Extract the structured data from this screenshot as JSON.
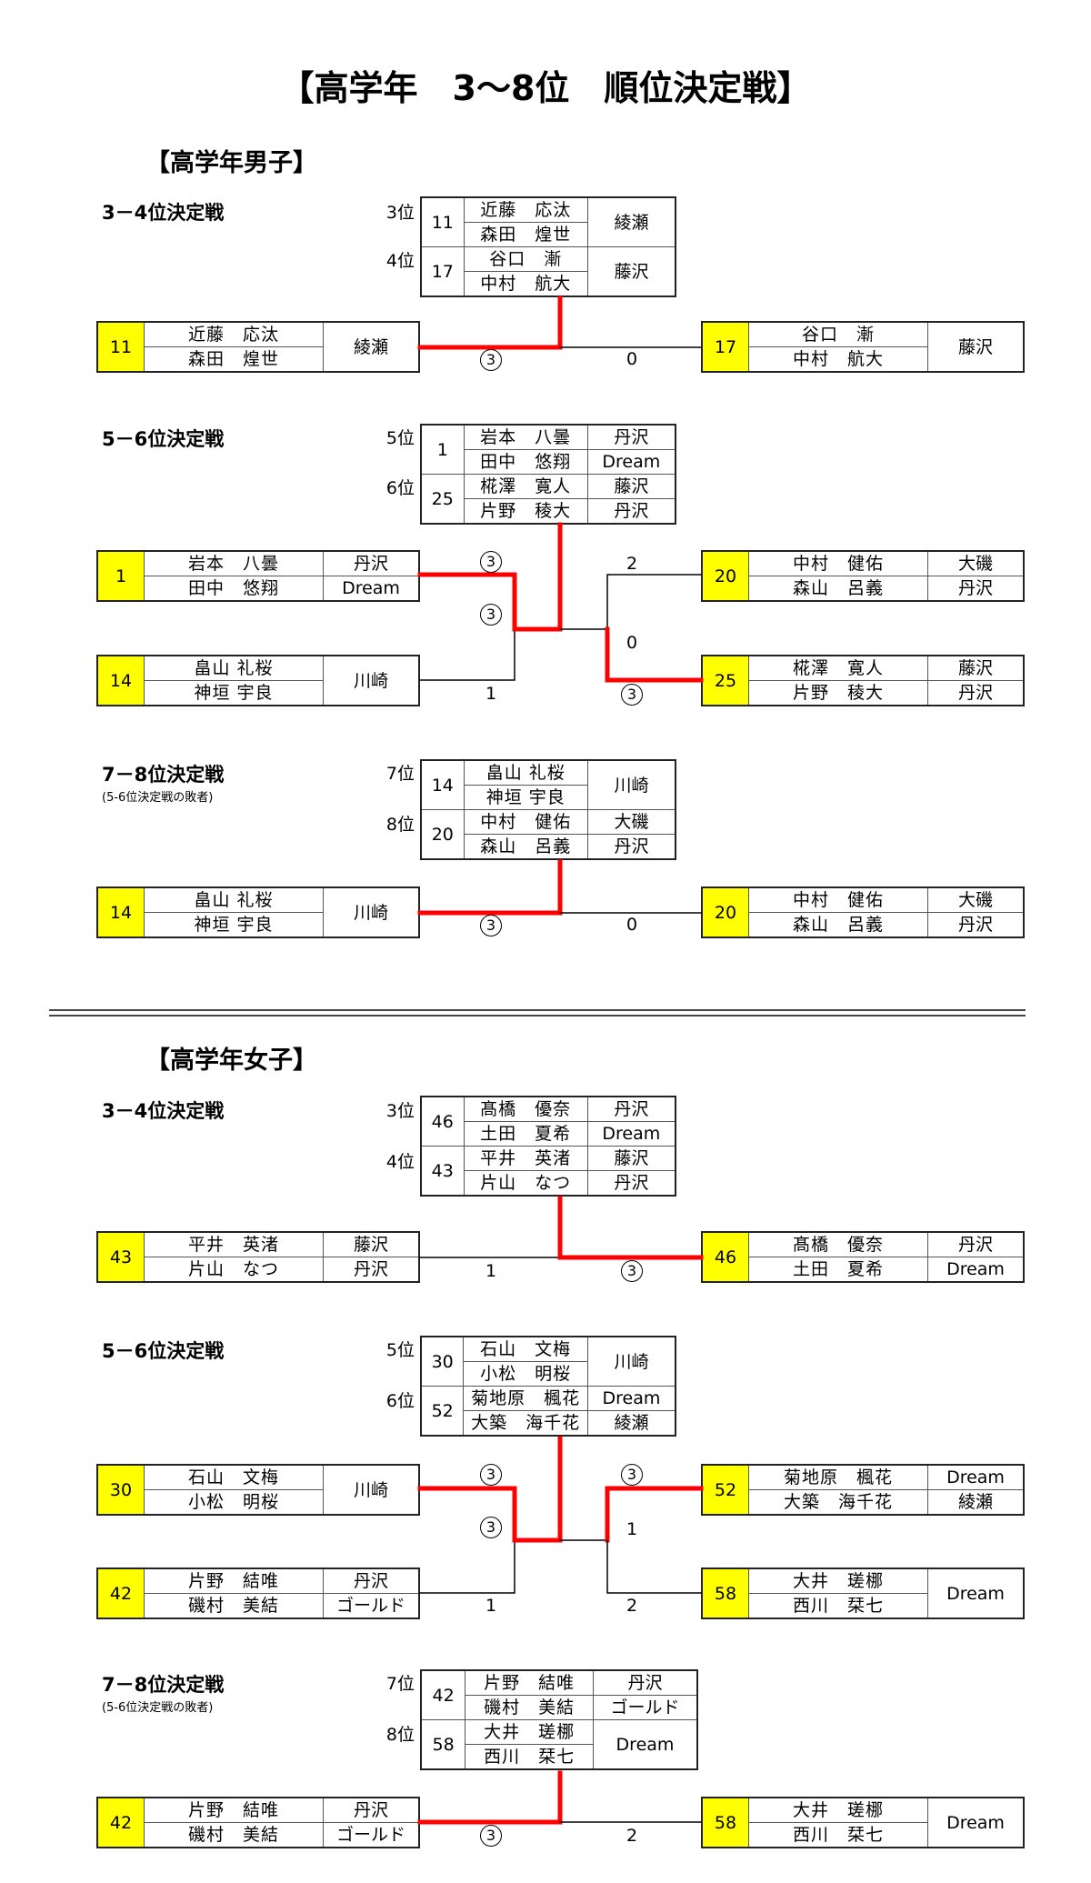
{
  "title": "【高学年　3～8位　順位決定戦】",
  "boys": {
    "section_title": "【高学年男子】",
    "m34": {
      "heading": "3－4位決定戦",
      "r1": "3位",
      "r2": "4位",
      "top_a": {
        "seed": "11",
        "p1": "近藤　応汰",
        "p2": "森田　煌世",
        "club": "綾瀬"
      },
      "top_b": {
        "seed": "17",
        "p1": "谷口　漸",
        "p2": "中村　航大",
        "club": "藤沢"
      },
      "left": {
        "seed": "11",
        "p1": "近藤　応汰",
        "p2": "森田　煌世",
        "club": "綾瀬"
      },
      "right": {
        "seed": "17",
        "p1": "谷口　漸",
        "p2": "中村　航大",
        "club": "藤沢"
      },
      "score_l": "3",
      "score_r": "0"
    },
    "m56": {
      "heading": "5－6位決定戦",
      "r1": "5位",
      "r2": "6位",
      "top_a": {
        "seed": "1",
        "p1": "岩本　八曇",
        "c1": "丹沢",
        "p2": "田中　悠翔",
        "c2": "Dream"
      },
      "top_b": {
        "seed": "25",
        "p1": "椛澤　寛人",
        "c1": "藤沢",
        "p2": "片野　稜大",
        "c2": "丹沢"
      },
      "lt": {
        "seed": "1",
        "p1": "岩本　八曇",
        "c1": "丹沢",
        "p2": "田中　悠翔",
        "c2": "Dream"
      },
      "lb": {
        "seed": "14",
        "p1": "畠山 礼桜",
        "p2": "神垣 宇良",
        "club": "川崎"
      },
      "rt": {
        "seed": "20",
        "p1": "中村　健佑",
        "c1": "大磯",
        "p2": "森山　呂義",
        "c2": "丹沢"
      },
      "rb": {
        "seed": "25",
        "p1": "椛澤　寛人",
        "c1": "藤沢",
        "p2": "片野　稜大",
        "c2": "丹沢"
      },
      "s_lt": "3",
      "s_lb": "1",
      "s_lf": "3",
      "s_rt": "2",
      "s_rb": "3",
      "s_rf": "0"
    },
    "m78": {
      "heading": "7－8位決定戦",
      "note": "(5-6位決定戦の敗者)",
      "r1": "7位",
      "r2": "8位",
      "top_a": {
        "seed": "14",
        "p1": "畠山 礼桜",
        "p2": "神垣 宇良",
        "club": "川崎"
      },
      "top_b": {
        "seed": "20",
        "p1": "中村　健佑",
        "c1": "大磯",
        "p2": "森山　呂義",
        "c2": "丹沢"
      },
      "left": {
        "seed": "14",
        "p1": "畠山 礼桜",
        "p2": "神垣 宇良",
        "club": "川崎"
      },
      "right": {
        "seed": "20",
        "p1": "中村　健佑",
        "c1": "大磯",
        "p2": "森山　呂義",
        "c2": "丹沢"
      },
      "score_l": "3",
      "score_r": "0"
    }
  },
  "girls": {
    "section_title": "【高学年女子】",
    "m34": {
      "heading": "3－4位決定戦",
      "r1": "3位",
      "r2": "4位",
      "top_a": {
        "seed": "46",
        "p1": "髙橋　優奈",
        "c1": "丹沢",
        "p2": "土田　夏希",
        "c2": "Dream"
      },
      "top_b": {
        "seed": "43",
        "p1": "平井　英渚",
        "c1": "藤沢",
        "p2": "片山　なつ",
        "c2": "丹沢"
      },
      "left": {
        "seed": "43",
        "p1": "平井　英渚",
        "c1": "藤沢",
        "p2": "片山　なつ",
        "c2": "丹沢"
      },
      "right": {
        "seed": "46",
        "p1": "髙橋　優奈",
        "c1": "丹沢",
        "p2": "土田　夏希",
        "c2": "Dream"
      },
      "score_l": "1",
      "score_r": "3"
    },
    "m56": {
      "heading": "5－6位決定戦",
      "r1": "5位",
      "r2": "6位",
      "top_a": {
        "seed": "30",
        "p1": "石山　文梅",
        "p2": "小松　明桜",
        "club": "川崎"
      },
      "top_b": {
        "seed": "52",
        "p1": "菊地原　楓花",
        "c1": "Dream",
        "p2": "大築　海千花",
        "c2": "綾瀬"
      },
      "lt": {
        "seed": "30",
        "p1": "石山　文梅",
        "p2": "小松　明桜",
        "club": "川崎"
      },
      "lb": {
        "seed": "42",
        "p1": "片野　結唯",
        "c1": "丹沢",
        "p2": "磯村　美結",
        "c2": "ゴールド"
      },
      "rt": {
        "seed": "52",
        "p1": "菊地原　楓花",
        "c1": "Dream",
        "p2": "大築　海千花",
        "c2": "綾瀬"
      },
      "rb": {
        "seed": "58",
        "p1": "大井　瑳梛",
        "p2": "西川　栞七",
        "club": "Dream"
      },
      "s_lt": "3",
      "s_lb": "1",
      "s_lf": "3",
      "s_rt": "3",
      "s_rb": "2",
      "s_rf": "1"
    },
    "m78": {
      "heading": "7－8位決定戦",
      "note": "(5-6位決定戦の敗者)",
      "r1": "7位",
      "r2": "8位",
      "top_a": {
        "seed": "42",
        "p1": "片野　結唯",
        "c1": "丹沢",
        "p2": "磯村　美結",
        "c2": "ゴールド"
      },
      "top_b": {
        "seed": "58",
        "p1": "大井　瑳梛",
        "p2": "西川　栞七",
        "club": "Dream"
      },
      "left": {
        "seed": "42",
        "p1": "片野　結唯",
        "c1": "丹沢",
        "p2": "磯村　美結",
        "c2": "ゴールド"
      },
      "right": {
        "seed": "58",
        "p1": "大井　瑳梛",
        "p2": "西川　栞七",
        "club": "Dream"
      },
      "score_l": "3",
      "score_r": "2"
    }
  },
  "colors": {
    "winner_line": "#ff0000",
    "seed_highlight": "#ffff00"
  }
}
